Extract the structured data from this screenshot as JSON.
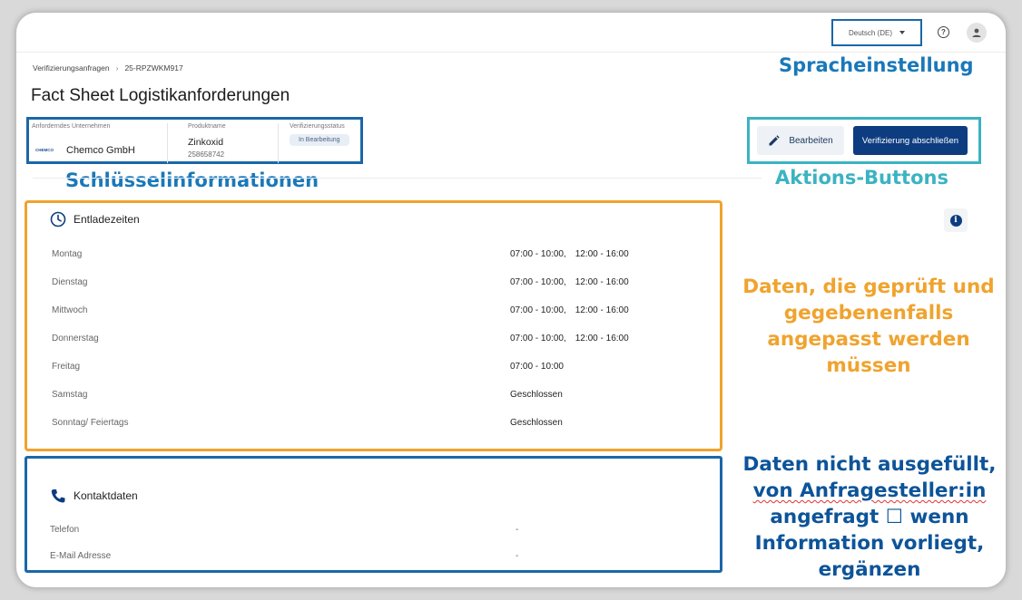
{
  "topbar": {
    "language": "Deutsch (DE)",
    "help_icon": "help-circle-icon",
    "user_icon": "account-icon"
  },
  "breadcrumb": [
    "Verifizierungsanfragen",
    "25-RPZWKM917"
  ],
  "page_title": "Fact Sheet Logistikanforderungen",
  "key_info": {
    "company_label": "Anforderndes Unternehmen",
    "company_logo_text": "CHEMCO",
    "company_name": "Chemco GmbH",
    "product_label": "Produktname",
    "product_name": "Zinkoxid",
    "product_id": "258658742",
    "status_label": "Verifizierungsstatus",
    "status_value": "In Bearbeitung"
  },
  "actions": {
    "edit_label": "Bearbeiten",
    "finish_label": "Verifizierung abschließen"
  },
  "callouts": {
    "language": "Spracheinstellung",
    "key_info": "Schlüsselinformationen",
    "actions": "Aktions-Buttons",
    "check_data": "Daten, die geprüft und gegebenenfalls angepasst werden müssen",
    "missing_line1": "Daten nicht ausgefüllt,",
    "missing_line2": "von Anfragesteller:in",
    "missing_line3": "angefragt ☐ wenn",
    "missing_line4": "Information vorliegt,",
    "missing_line5": "ergänzen"
  },
  "unloading": {
    "title": "Entladezeiten",
    "rows": [
      {
        "day": "Montag",
        "h1": "07:00 - 10:00,",
        "h2": "12:00 - 16:00"
      },
      {
        "day": "Dienstag",
        "h1": "07:00 - 10:00,",
        "h2": "12:00 - 16:00"
      },
      {
        "day": "Mittwoch",
        "h1": "07:00 - 10:00,",
        "h2": "12:00 - 16:00"
      },
      {
        "day": "Donnerstag",
        "h1": "07:00 - 10:00,",
        "h2": "12:00 - 16:00"
      },
      {
        "day": "Freitag",
        "h1": "07:00 - 10:00",
        "h2": ""
      },
      {
        "day": "Samstag",
        "h1": "Geschlossen",
        "h2": ""
      },
      {
        "day": "Sonntag/ Feiertags",
        "h1": "Geschlossen",
        "h2": ""
      }
    ]
  },
  "contact": {
    "title": "Kontaktdaten",
    "rows": [
      {
        "label": "Telefon",
        "value": "-"
      },
      {
        "label": "E-Mail Adresse",
        "value": "-"
      }
    ]
  },
  "colors": {
    "primary": "#0d3d80",
    "callout_blue": "#1a78b9",
    "callout_teal": "#3bb3c2",
    "callout_orange": "#f0a32e"
  }
}
